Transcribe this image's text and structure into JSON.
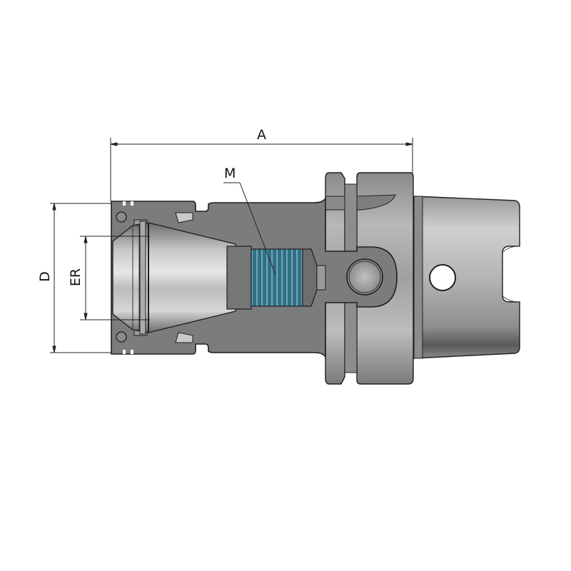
{
  "drawing": {
    "subject": "HSK shank collet chuck (ER) with threaded back-up screw, sectional view",
    "colors": {
      "background": "#ffffff",
      "section_fill": "#7c7c7c",
      "body_light": "#bdbdbd",
      "body_mid": "#9a9a9a",
      "body_dark": "#5e5e5e",
      "thread": "#2f6f86",
      "thread_light": "#6fa3b6",
      "outline": "#1e1e1e",
      "dimension_line": "#222222"
    }
  },
  "dimensions": {
    "A": {
      "label": "A",
      "description": "overall length"
    },
    "D": {
      "label": "D",
      "description": "nut outer diameter"
    },
    "ER": {
      "label": "ER",
      "description": "collet size"
    },
    "M": {
      "label": "M",
      "description": "thread"
    }
  }
}
